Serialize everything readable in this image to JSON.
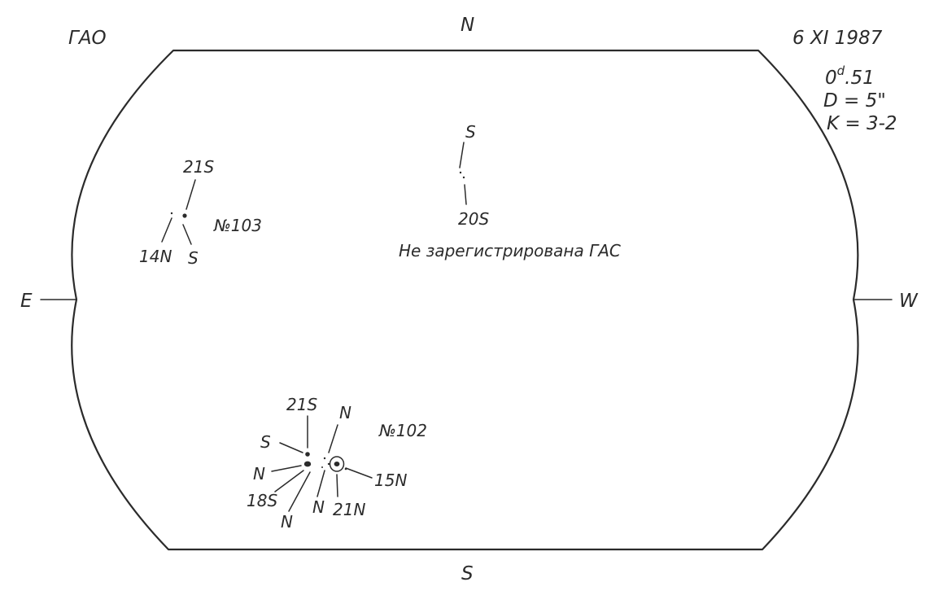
{
  "header": {
    "observatory": "ГАО",
    "date": "6 XI 1987",
    "time_main": "0",
    "time_sup": "d",
    "time_frac": ".51",
    "diameter": "D = 5\"",
    "class": "K = 3-2"
  },
  "directions": {
    "north": "N",
    "south": "S",
    "east": "E",
    "west": "W"
  },
  "region_103": {
    "number": "№103",
    "label_21s": "21S",
    "label_14n": "14N",
    "label_s": "S"
  },
  "region_unregistered": {
    "label_s": "S",
    "label_20s": "20S",
    "note": "Не зарегистрирована ГАС"
  },
  "region_102": {
    "number": "№102",
    "label_21s": "21S",
    "label_n_top": "N",
    "label_s": "S",
    "label_n_left": "N",
    "label_18s": "18S",
    "label_n_bottom": "N",
    "label_n_mid": "N",
    "label_21n": "21N",
    "label_15n": "15N"
  }
}
